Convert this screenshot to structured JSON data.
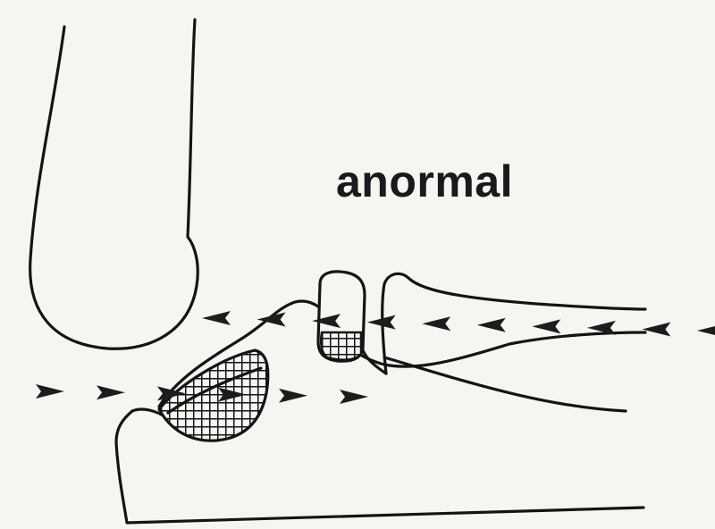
{
  "diagram": {
    "label": "anormal",
    "colors": {
      "ink": "#141414",
      "paper": "#f6f5f1"
    },
    "arrow_rows": [
      {
        "row": "upper",
        "direction": "left",
        "count": 10
      },
      {
        "row": "lower",
        "direction": "right",
        "count": 6
      }
    ]
  }
}
